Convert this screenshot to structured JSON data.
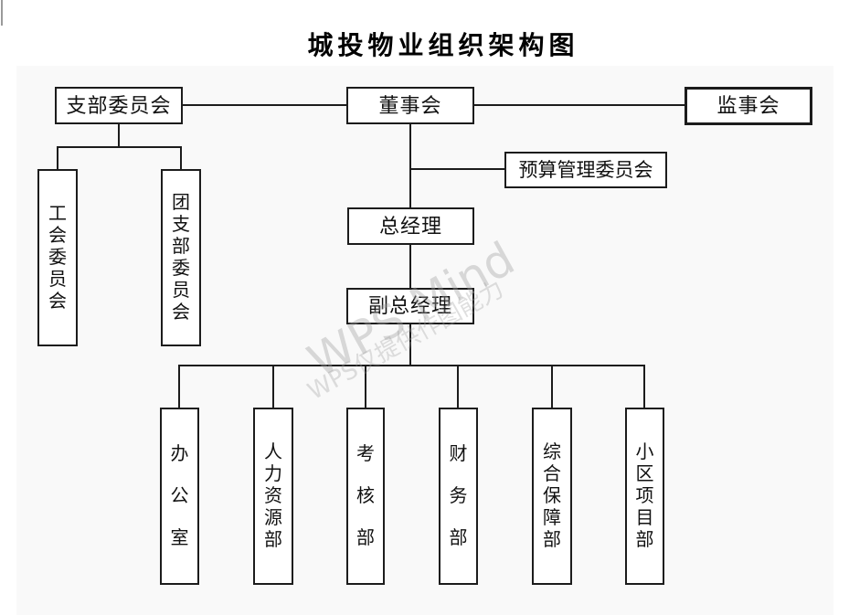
{
  "title": "城投物业组织架构图",
  "watermark": {
    "brand": "WPS Mind",
    "note": "WPS仅提供作图能力"
  },
  "nodes": {
    "branch_committee": "支部委员会",
    "board": "董事会",
    "supervisory": "监事会",
    "budget_committee": "预算管理委员会",
    "general_manager": "总经理",
    "deputy_general_manager": "副总经理",
    "union_committee": "工会委员会",
    "youth_league_committee": "团支部委员会",
    "office": "办公室",
    "hr_dept": "人力资源部",
    "assessment_dept": "考核部",
    "finance_dept": "财务部",
    "support_dept": "综合保障部",
    "community_project_dept": "小区项目部"
  },
  "edges": [
    {
      "from": "branch_committee",
      "to": "board"
    },
    {
      "from": "board",
      "to": "supervisory"
    },
    {
      "from": "board",
      "to": "budget_committee"
    },
    {
      "from": "board",
      "to": "general_manager"
    },
    {
      "from": "general_manager",
      "to": "deputy_general_manager"
    },
    {
      "from": "branch_committee",
      "to": "union_committee"
    },
    {
      "from": "branch_committee",
      "to": "youth_league_committee"
    },
    {
      "from": "deputy_general_manager",
      "to": "office"
    },
    {
      "from": "deputy_general_manager",
      "to": "hr_dept"
    },
    {
      "from": "deputy_general_manager",
      "to": "assessment_dept"
    },
    {
      "from": "deputy_general_manager",
      "to": "finance_dept"
    },
    {
      "from": "deputy_general_manager",
      "to": "support_dept"
    },
    {
      "from": "deputy_general_manager",
      "to": "community_project_dept"
    }
  ],
  "colors": {
    "canvas_background": "#f9f9f9",
    "page_background": "#ffffff",
    "node_border": "#1c1c1c",
    "node_fill": "#ffffff",
    "connector": "#1c1c1c",
    "watermark": "#e2e2e2"
  }
}
